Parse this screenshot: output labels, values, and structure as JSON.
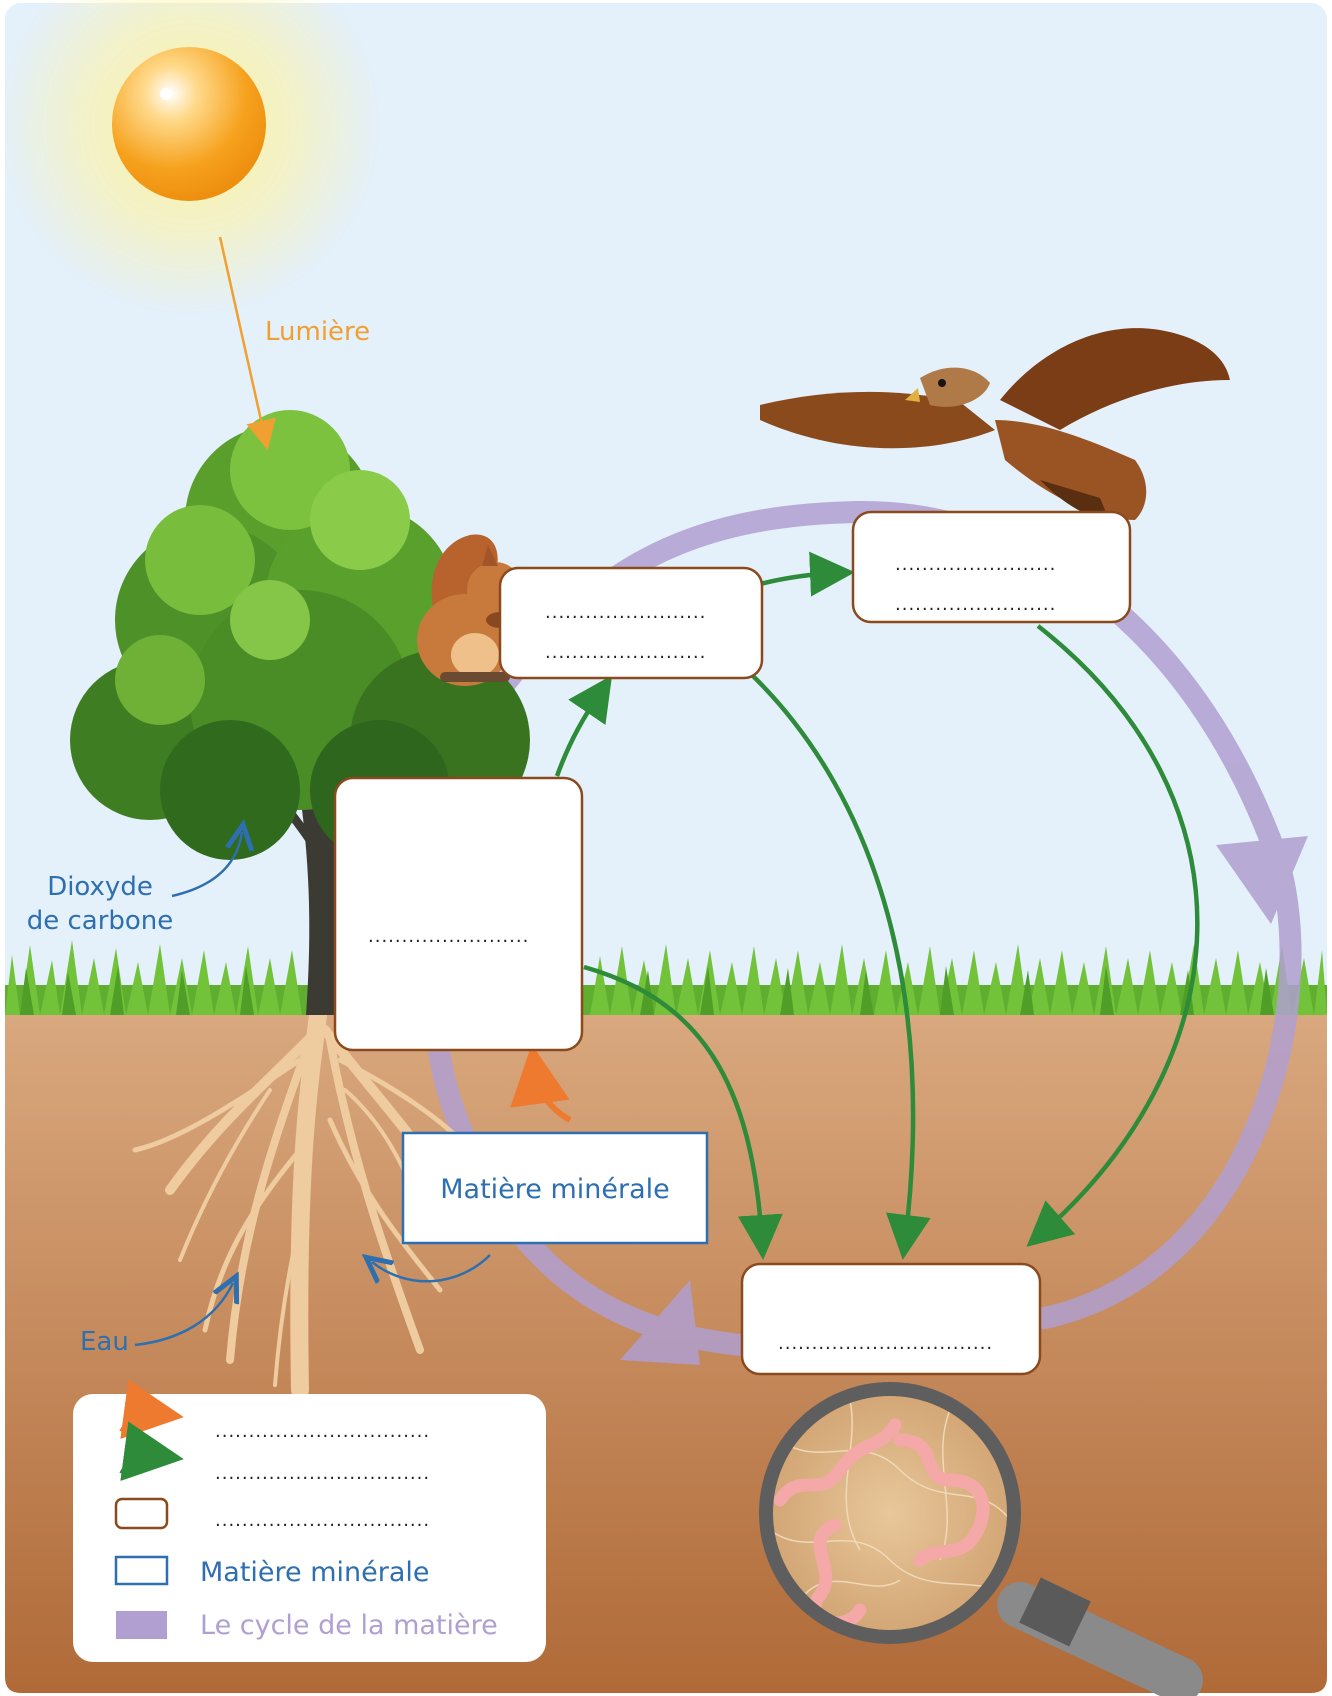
{
  "labels": {
    "light": "Lumière",
    "co2_line1": "Dioxyde",
    "co2_line2": "de carbone",
    "water": "Eau",
    "mineral_box": "Matière minérale"
  },
  "boxes": {
    "squirrel_line1": "........................",
    "squirrel_line2": "........................",
    "hawk_line1": "........................",
    "hawk_line2": "........................",
    "plant": "........................",
    "decomposer": "................................"
  },
  "legend": {
    "orange_arrow_text": "................................",
    "green_arrow_text": "................................",
    "brown_box_text": "................................",
    "blue_box_text": "Matière minérale",
    "purple_text": "Le cycle de la matière"
  },
  "colors": {
    "sky": "#e4f0fa",
    "soil": "#b87444",
    "grass": "#5aaa2e",
    "orange_arrow": "#ee7a30",
    "green_arrow": "#2e8b3a",
    "purple_cycle": "#b09fd0",
    "blue_label": "#2e6fb0",
    "brown_border": "#8b4a1e",
    "sun_label": "#f0a030"
  },
  "icons": [
    "sun",
    "tree",
    "squirrel",
    "hawk",
    "magnifier",
    "earthworm"
  ]
}
